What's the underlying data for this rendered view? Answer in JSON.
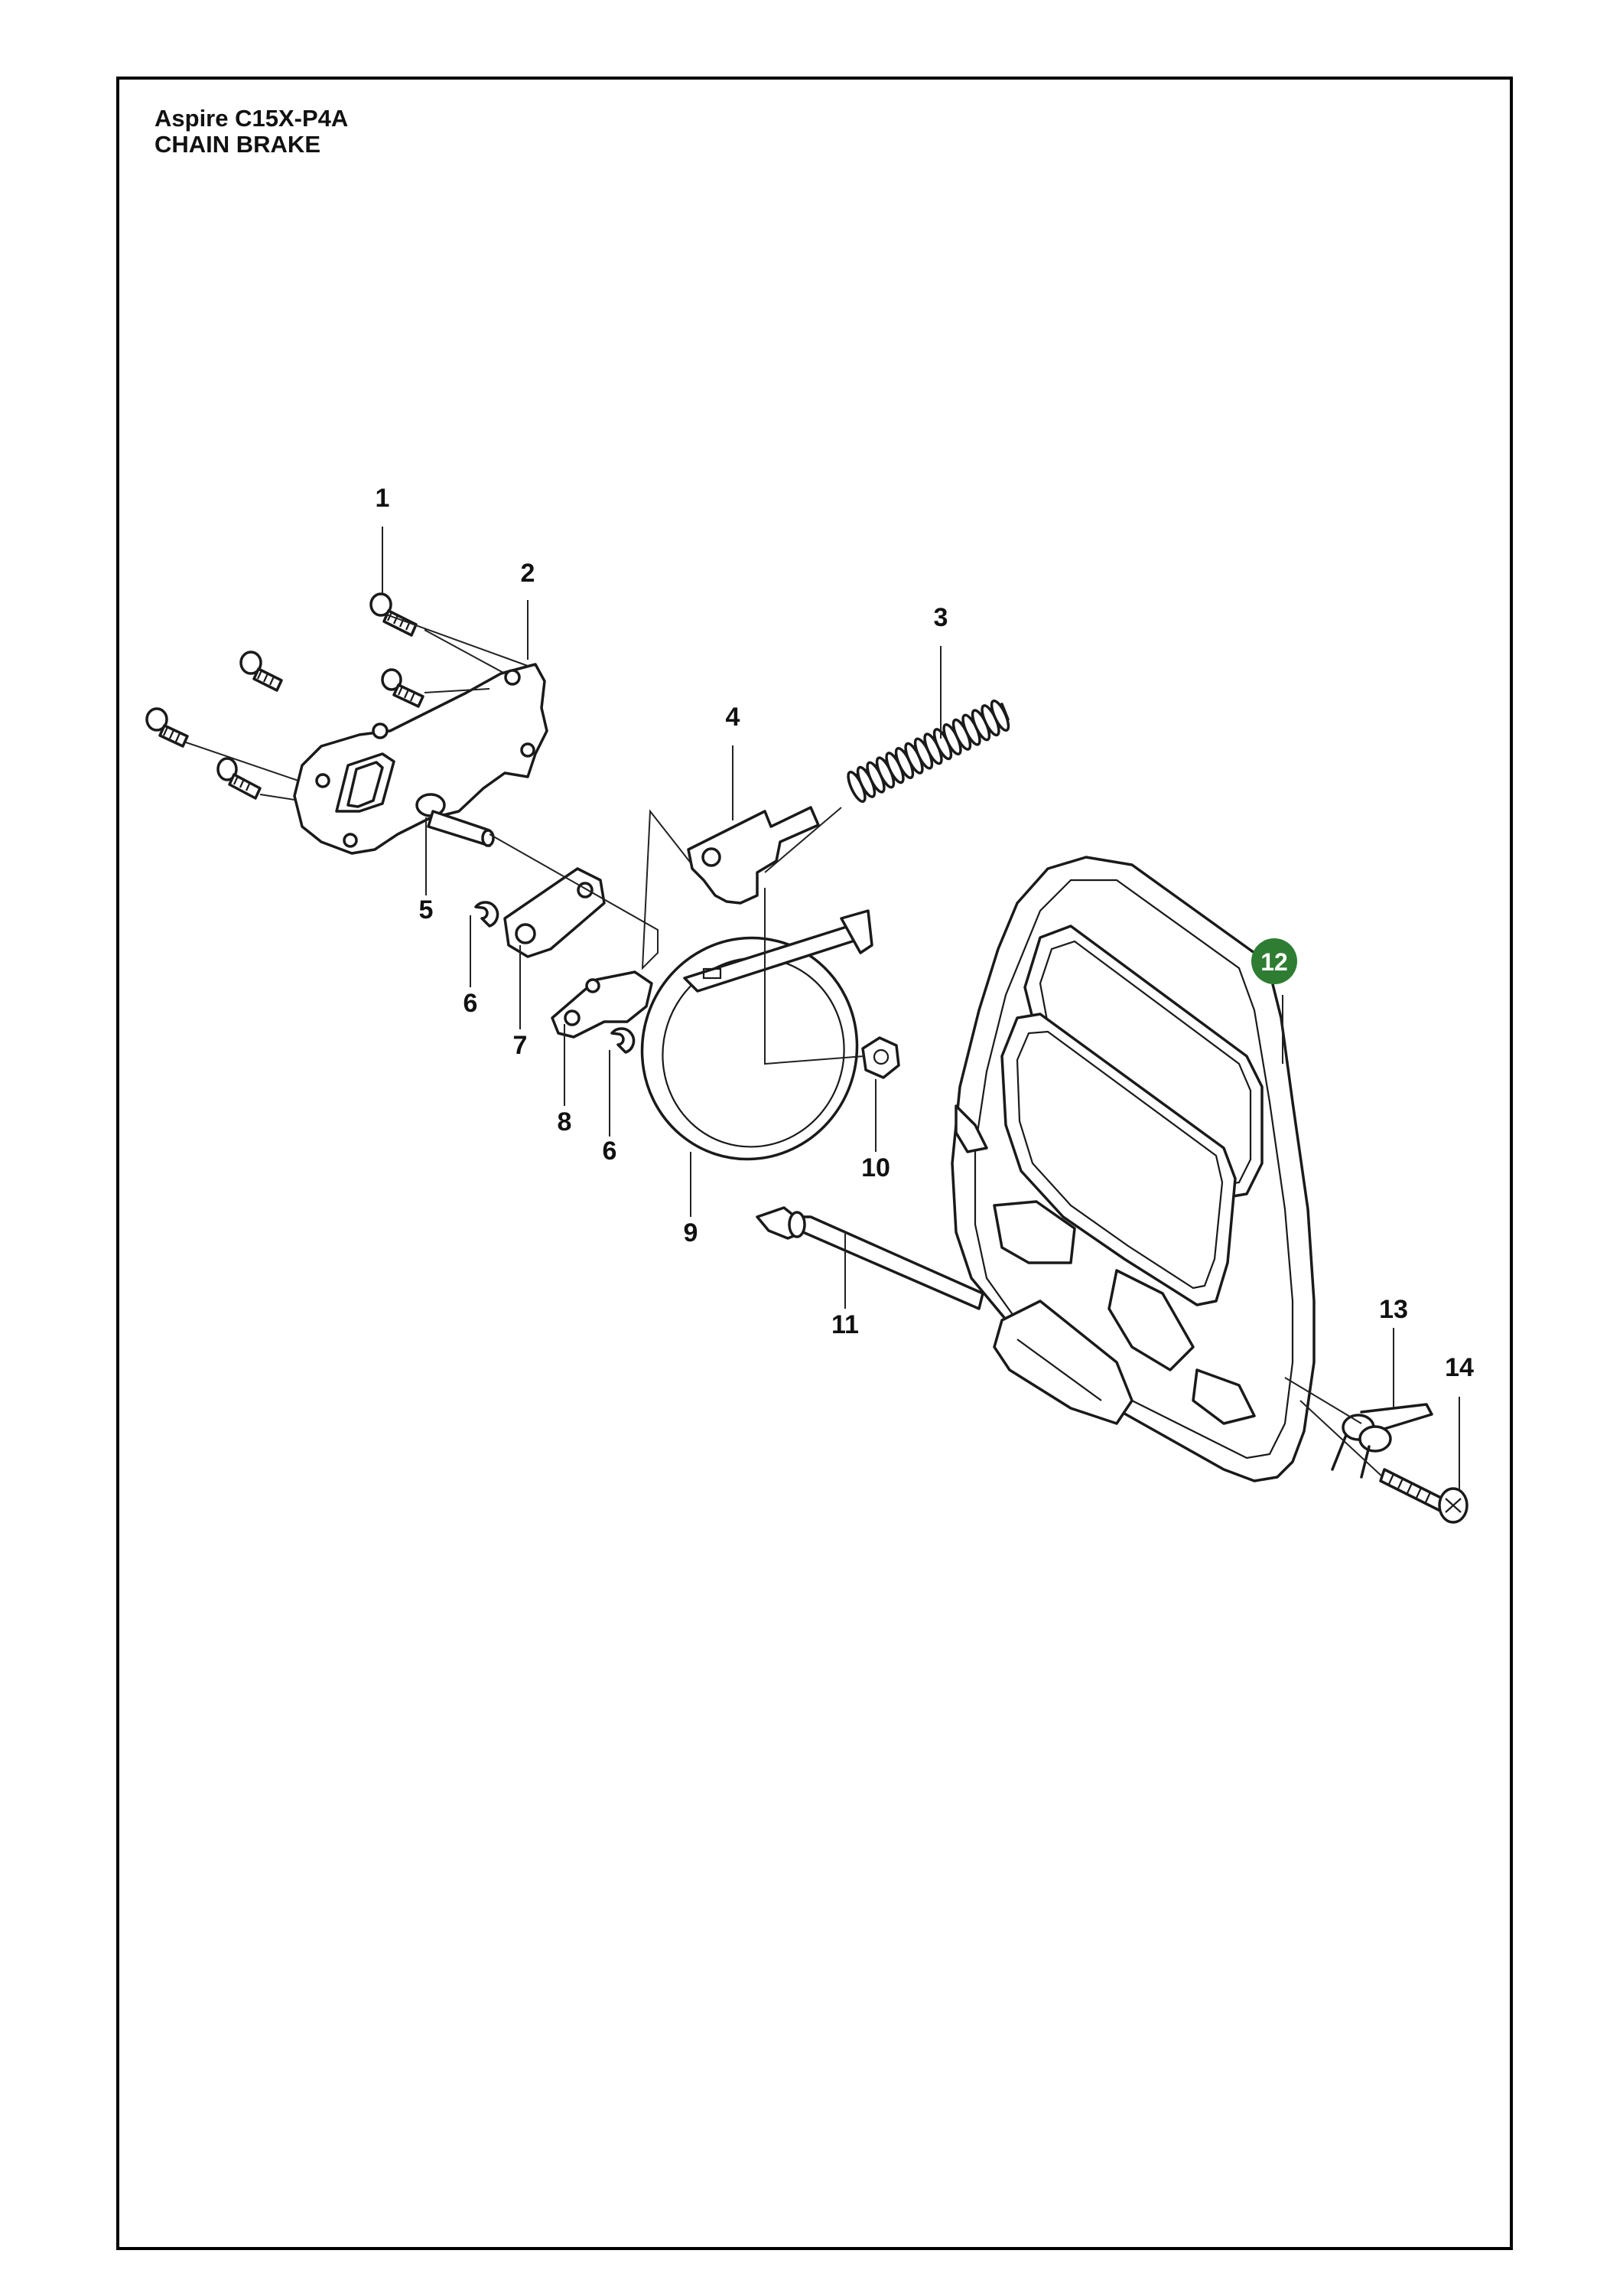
{
  "header": {
    "model": "Aspire C15X-P4A",
    "section": "CHAIN BRAKE"
  },
  "callouts": [
    {
      "number": "1"
    },
    {
      "number": "2"
    },
    {
      "number": "3"
    },
    {
      "number": "4"
    },
    {
      "number": "5"
    },
    {
      "number": "6"
    },
    {
      "number": "6"
    },
    {
      "number": "7"
    },
    {
      "number": "8"
    },
    {
      "number": "9"
    },
    {
      "number": "10"
    },
    {
      "number": "11"
    },
    {
      "number": "12",
      "highlighted": true
    },
    {
      "number": "13"
    },
    {
      "number": "14"
    }
  ],
  "colors": {
    "highlight": "#2e7d32",
    "line": "#1a1a1a"
  }
}
